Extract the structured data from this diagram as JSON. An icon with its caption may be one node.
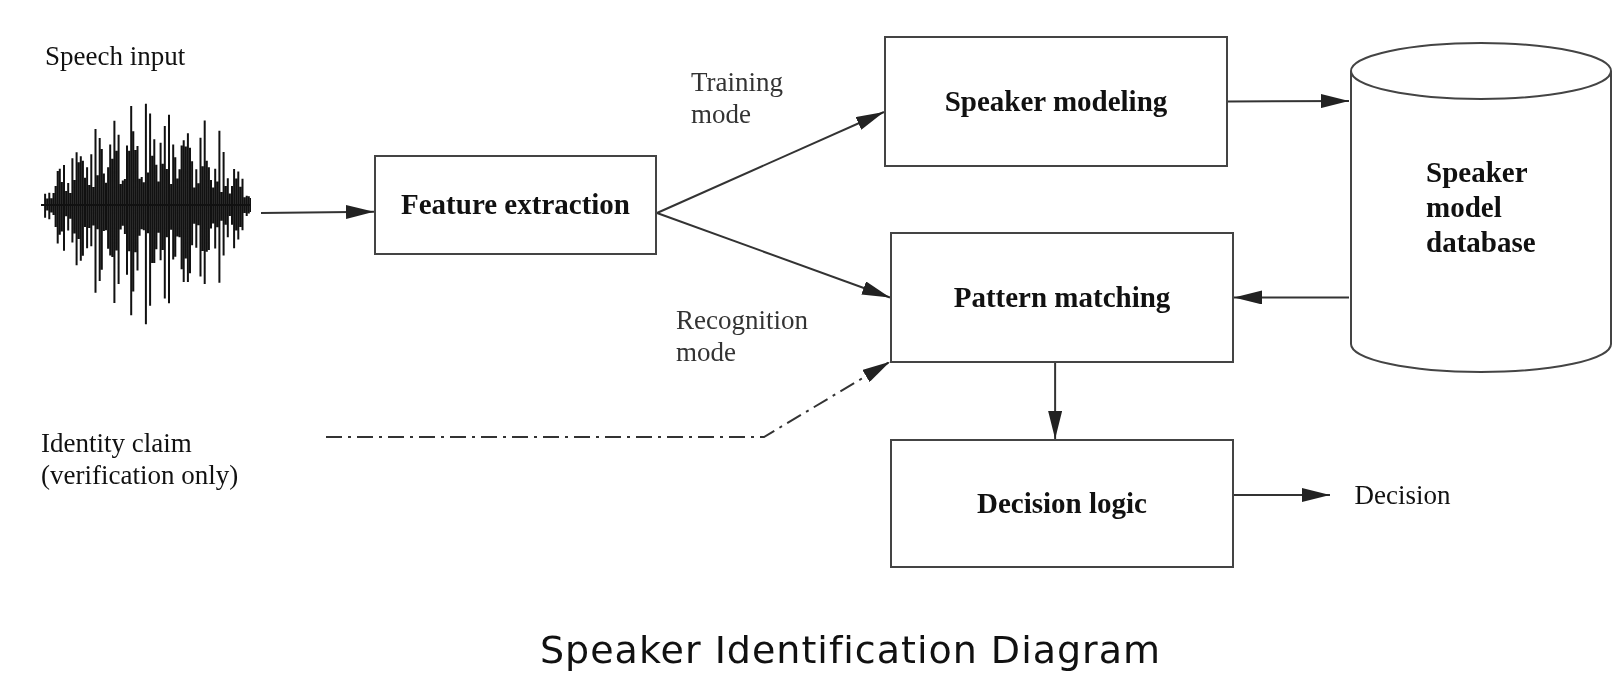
{
  "diagram": {
    "caption": "Speaker Identification Diagram",
    "nodes": [
      {
        "text": [
          "Speech input"
        ]
      },
      {
        "text": [
          "Feature extraction"
        ]
      },
      {
        "text": [
          "Speaker modeling"
        ]
      },
      {
        "text": [
          "Speaker model database"
        ]
      },
      {
        "text": [
          "Pattern matching"
        ]
      },
      {
        "text": [
          "Identity claim (verification only)"
        ]
      },
      {
        "text": [
          "Decision logic"
        ]
      },
      {
        "text": [
          "Decision"
        ]
      }
    ],
    "edges": [
      {
        "from": 0,
        "to": 1,
        "arrow": "to"
      },
      {
        "from": 1,
        "to": 2,
        "arrow": "to",
        "label": "Training mode"
      },
      {
        "from": 1,
        "to": 4,
        "arrow": "to",
        "label": "Recognition mode"
      },
      {
        "from": 2,
        "to": 3,
        "arrow": "to"
      },
      {
        "from": 3,
        "to": 4,
        "arrow": "to"
      },
      {
        "from": 5,
        "to": 4,
        "arrow": "to",
        "style": "dashed"
      },
      {
        "from": 4,
        "to": 6,
        "arrow": "to"
      },
      {
        "from": 6,
        "to": 7,
        "arrow": "to"
      }
    ]
  }
}
